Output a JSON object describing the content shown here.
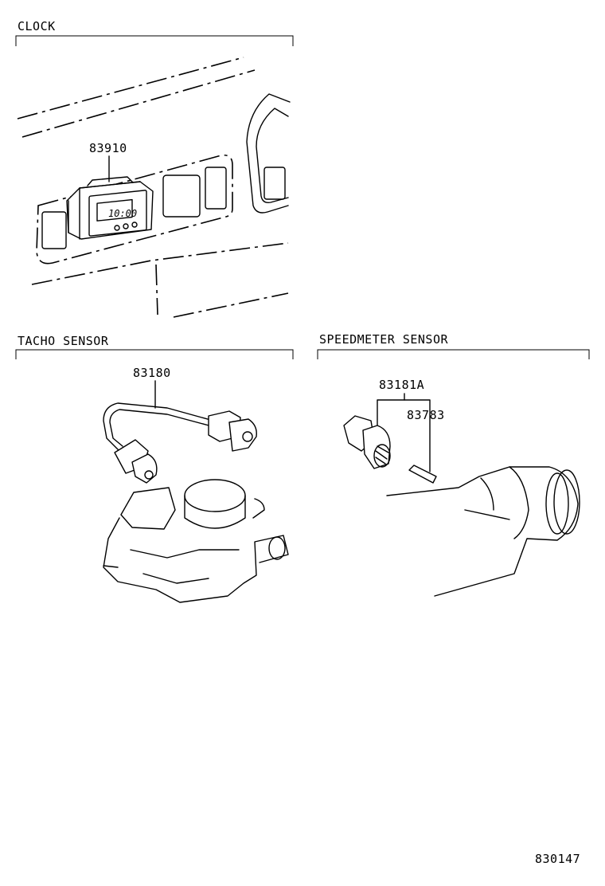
{
  "sections": {
    "clock": {
      "title": "CLOCK",
      "part_number": "83910",
      "display_time": "10:00"
    },
    "tacho_sensor": {
      "title": "TACHO SENSOR",
      "part_number": "83180"
    },
    "speedmeter_sensor": {
      "title": "SPEEDMETER SENSOR",
      "part_numbers": [
        "83181A",
        "83783"
      ]
    }
  },
  "diagram_id": "830147"
}
